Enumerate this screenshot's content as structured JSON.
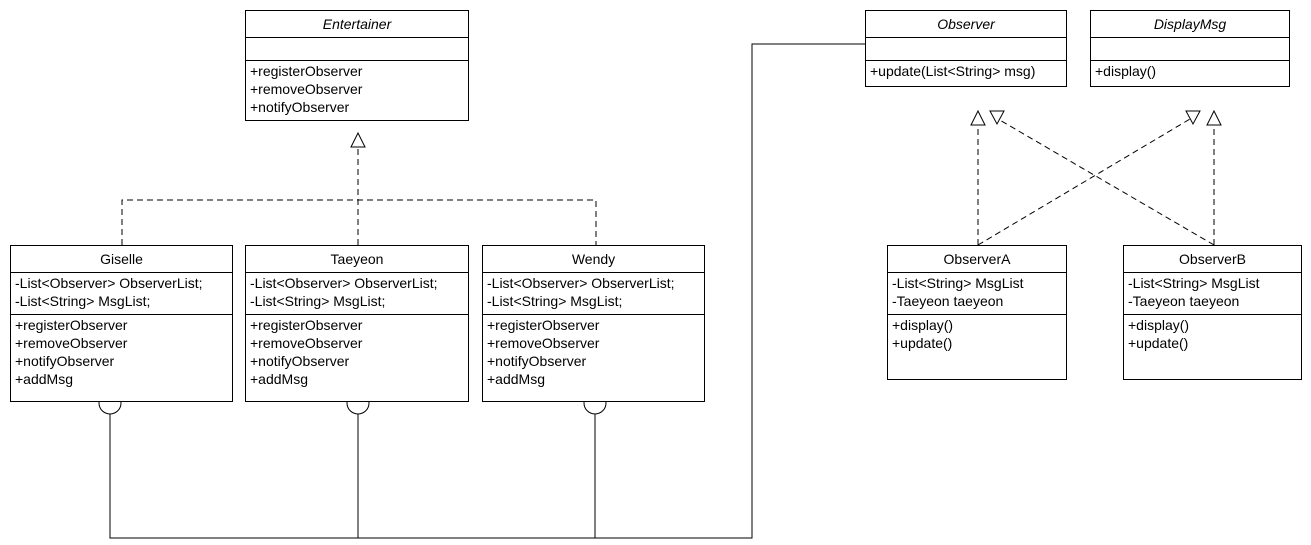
{
  "classes": {
    "entertainer": {
      "name": "Entertainer",
      "attributes": [],
      "operations": [
        "+registerObserver",
        "+removeObserver",
        "+notifyObserver"
      ]
    },
    "observer": {
      "name": "Observer",
      "attributes": [],
      "operations": [
        "+update(List<String> msg)"
      ]
    },
    "displaymsg": {
      "name": "DisplayMsg",
      "attributes": [],
      "operations": [
        "+display()"
      ]
    },
    "giselle": {
      "name": "Giselle",
      "attributes": [
        "-List<Observer> ObserverList;",
        "-List<String> MsgList;"
      ],
      "operations": [
        "+registerObserver",
        "+removeObserver",
        "+notifyObserver",
        "+addMsg"
      ]
    },
    "taeyeon": {
      "name": "Taeyeon",
      "attributes": [
        "-List<Observer> ObserverList;",
        "-List<String> MsgList;"
      ],
      "operations": [
        "+registerObserver",
        "+removeObserver",
        "+notifyObserver",
        "+addMsg"
      ]
    },
    "wendy": {
      "name": "Wendy",
      "attributes": [
        "-List<Observer> ObserverList;",
        "-List<String> MsgList;"
      ],
      "operations": [
        "+registerObserver",
        "+removeObserver",
        "+notifyObserver",
        "+addMsg"
      ]
    },
    "observera": {
      "name": "ObserverA",
      "attributes": [
        "-List<String> MsgList",
        "-Taeyeon taeyeon"
      ],
      "operations": [
        "+display()",
        "+update()"
      ]
    },
    "observerb": {
      "name": "ObserverB",
      "attributes": [
        "-List<String> MsgList",
        "-Taeyeon taeyeon"
      ],
      "operations": [
        "+display()",
        "+update()"
      ]
    }
  }
}
